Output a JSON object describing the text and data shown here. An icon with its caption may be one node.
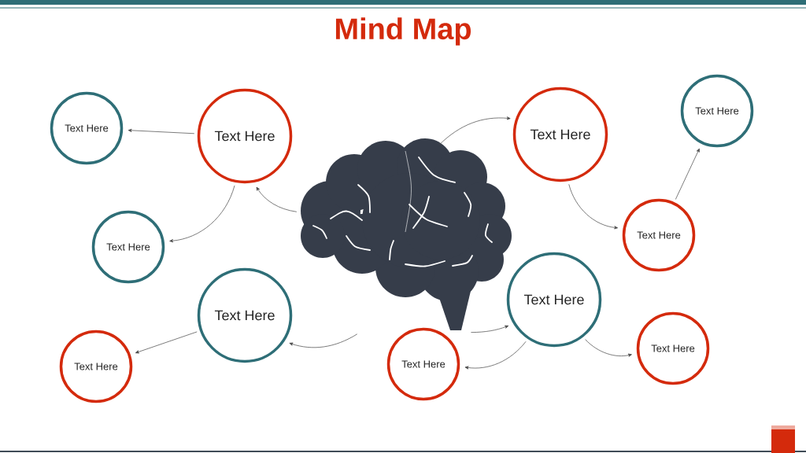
{
  "diagram": {
    "title": "Mind Map",
    "nodes": [
      {
        "text": [],
        "shape": "picture"
      },
      {
        "text": [
          "Text Here"
        ]
      },
      {
        "text": [
          "Text Here"
        ]
      },
      {
        "text": [
          "Text Here"
        ]
      },
      {
        "text": [
          "Text Here"
        ]
      },
      {
        "text": [
          "Text Here"
        ]
      },
      {
        "text": [
          "Text Here"
        ]
      },
      {
        "text": [
          "Text Here"
        ]
      },
      {
        "text": [
          "Text Here"
        ]
      },
      {
        "text": [
          "Text Here"
        ]
      },
      {
        "text": [
          "Text Here"
        ]
      },
      {
        "text": [
          "Text Here"
        ]
      }
    ],
    "edges": [
      {
        "from": 0,
        "to": 1,
        "arrow": "to"
      },
      {
        "from": 1,
        "to": 2,
        "arrow": "to"
      },
      {
        "from": 1,
        "to": 3,
        "arrow": "to"
      },
      {
        "from": 0,
        "to": 4,
        "arrow": "to"
      },
      {
        "from": 4,
        "to": 5,
        "arrow": "to"
      },
      {
        "from": 0,
        "to": 6,
        "arrow": "to"
      },
      {
        "from": 6,
        "to": 7,
        "arrow": "to"
      },
      {
        "from": 7,
        "to": 8,
        "arrow": "to"
      },
      {
        "from": 0,
        "to": 9,
        "arrow": "to"
      },
      {
        "from": 9,
        "to": 10,
        "arrow": "to"
      },
      {
        "from": 9,
        "to": 11,
        "arrow": "to"
      }
    ]
  }
}
